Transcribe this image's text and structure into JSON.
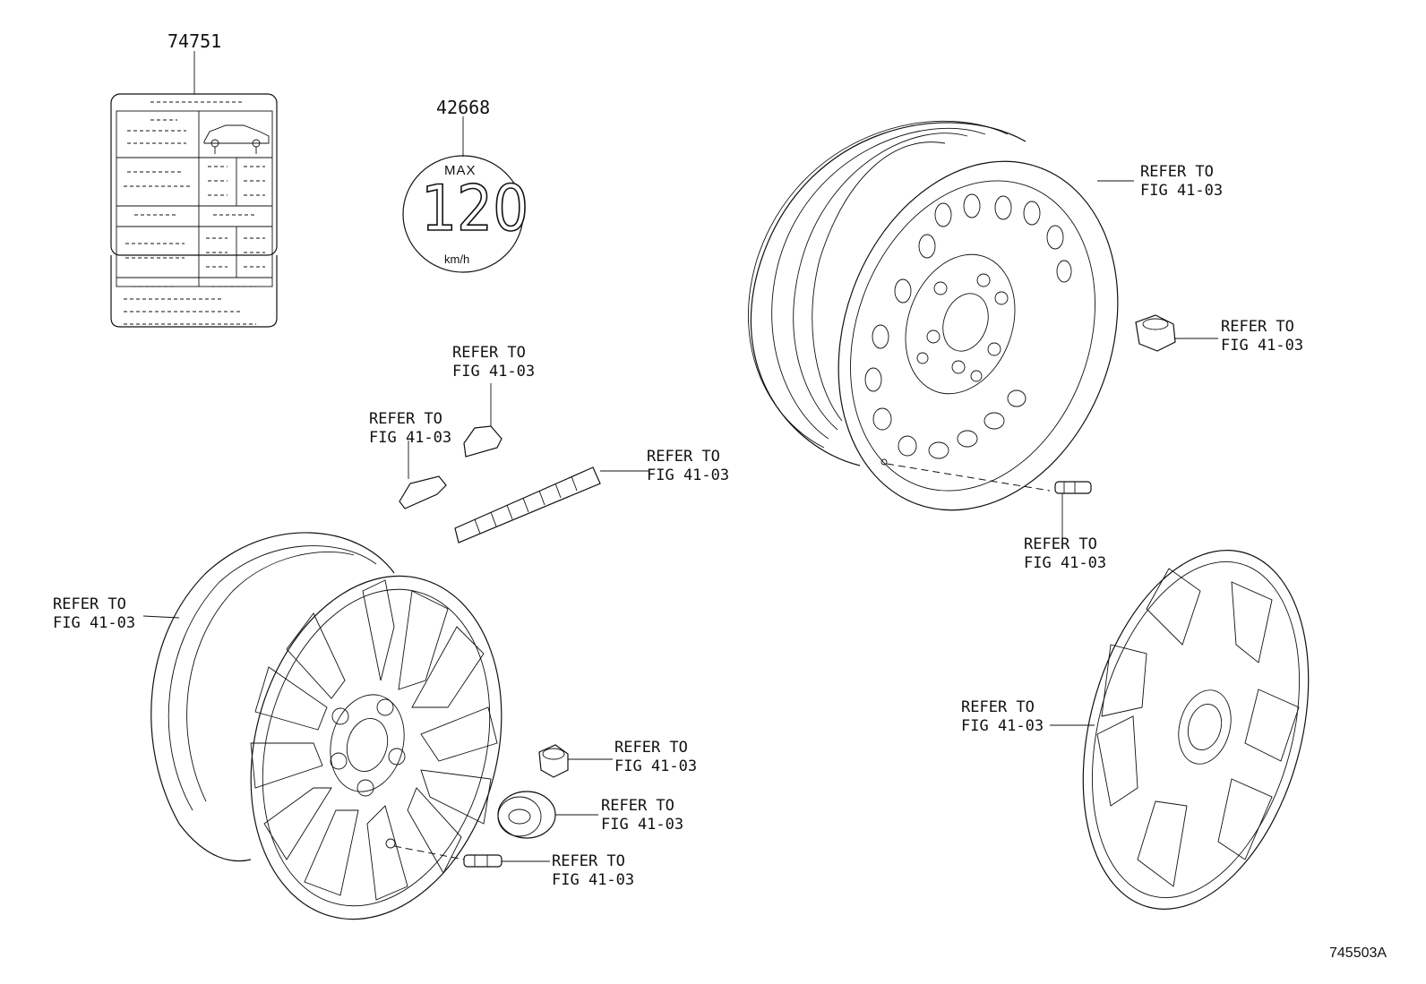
{
  "diagram": {
    "part_numbers": {
      "label_part": "74751",
      "sign_part": "42668"
    },
    "speed_sign": {
      "max_text": "MAX",
      "speed_value": "120",
      "unit": "km/h"
    },
    "refer_line1": "REFER TO",
    "refer_line2": "FIG 41-03",
    "reference_number": "745503A"
  }
}
